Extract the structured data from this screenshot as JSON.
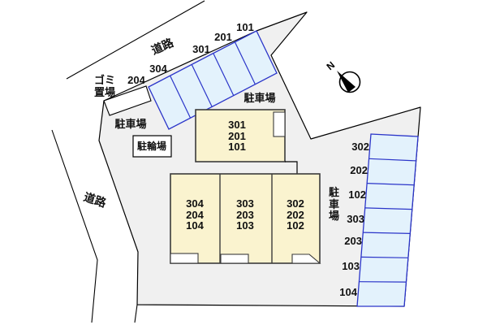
{
  "labels": {
    "road_top": "道路",
    "road_left": "道路",
    "garbage_line1": "ゴミ",
    "garbage_line2": "置場",
    "parking_top": "駐車場",
    "parking_left": "駐車場",
    "parking_right_vertical": "駐車場",
    "bike_parking": "駐輪場",
    "compass_north": "N"
  },
  "top_parking_spaces": [
    "204",
    "304",
    "301",
    "201",
    "101"
  ],
  "right_parking_spaces": [
    "302",
    "202",
    "102",
    "303",
    "203",
    "103",
    "104"
  ],
  "buildings": {
    "upper_units": [
      "301",
      "201",
      "101"
    ],
    "lower_units": [
      [
        "304",
        "204",
        "104"
      ],
      [
        "303",
        "203",
        "103"
      ],
      [
        "302",
        "202",
        "102"
      ]
    ]
  },
  "colors": {
    "site_fill": "#f0f0f0",
    "parking_fill": "#e3f2fc",
    "parking_stroke": "#2b35c9",
    "building_fill": "#faf3cf",
    "building_stroke": "#3b3b3b",
    "boundary": "#000000",
    "background": "#ffffff"
  }
}
